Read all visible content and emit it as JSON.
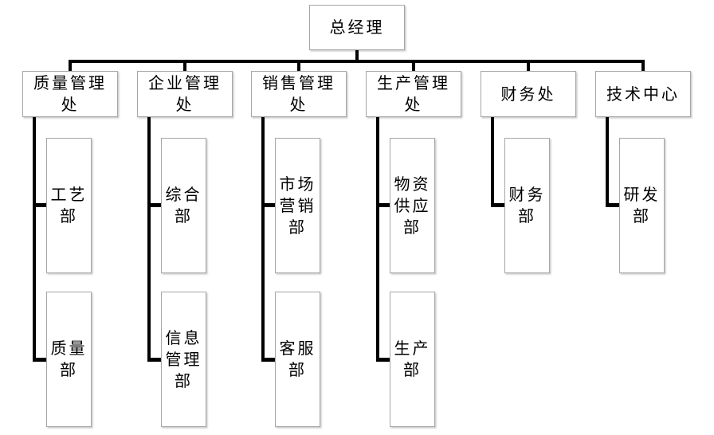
{
  "org_chart": {
    "title": "company-organization-chart",
    "root": {
      "label": "总经理"
    },
    "columns": [
      {
        "dept": {
          "label": "质量管理处"
        },
        "children": [
          {
            "label": "工艺部"
          },
          {
            "label": "质量部"
          }
        ]
      },
      {
        "dept": {
          "label": "企业管理处"
        },
        "children": [
          {
            "label": "综合部"
          },
          {
            "label": "信息管理部"
          }
        ]
      },
      {
        "dept": {
          "label": "销售管理处"
        },
        "children": [
          {
            "label": "市场营销部"
          },
          {
            "label": "客服部"
          }
        ]
      },
      {
        "dept": {
          "label": "生产管理处"
        },
        "children": [
          {
            "label": "物资供应部"
          },
          {
            "label": "生产部"
          }
        ]
      },
      {
        "dept": {
          "label": "财务处"
        },
        "children": [
          {
            "label": "财务部"
          }
        ]
      },
      {
        "dept": {
          "label": "技术中心"
        },
        "children": [
          {
            "label": "研发部"
          }
        ]
      }
    ],
    "colors": {
      "connector": "#000000",
      "box_border": "#a6a6a6",
      "box_fill": "#ffffff",
      "text": "#000000",
      "background": "#ffffff"
    }
  }
}
